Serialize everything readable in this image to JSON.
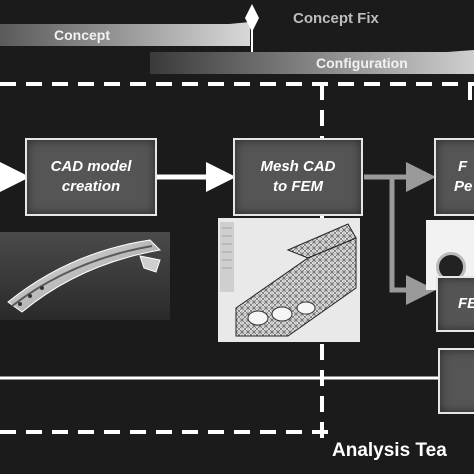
{
  "timeline": {
    "concept_label": "Concept",
    "concept_fix_label": "Concept Fix",
    "configuration_label": "Configuration"
  },
  "process": {
    "cad_box": {
      "line1": "CAD model",
      "line2": "creation"
    },
    "mesh_box": {
      "line1": "Mesh CAD",
      "line2": "to FEM"
    },
    "right_box_top": {
      "line1": "F",
      "line2": "Pe"
    },
    "right_box_mid": {
      "line1": "FE"
    }
  },
  "footer": {
    "team_label": "Analysis Tea"
  },
  "colors": {
    "background": "#1b1b1b",
    "box_fill": "#555555",
    "box_border": "#e6e6e6",
    "arrow": "#ffffff",
    "dashes": "#ffffff"
  },
  "icons": {
    "milestone": "diamond-marker-icon",
    "cad_image": "curved-beam-cad-image",
    "fem_image": "mesh-fem-image"
  }
}
